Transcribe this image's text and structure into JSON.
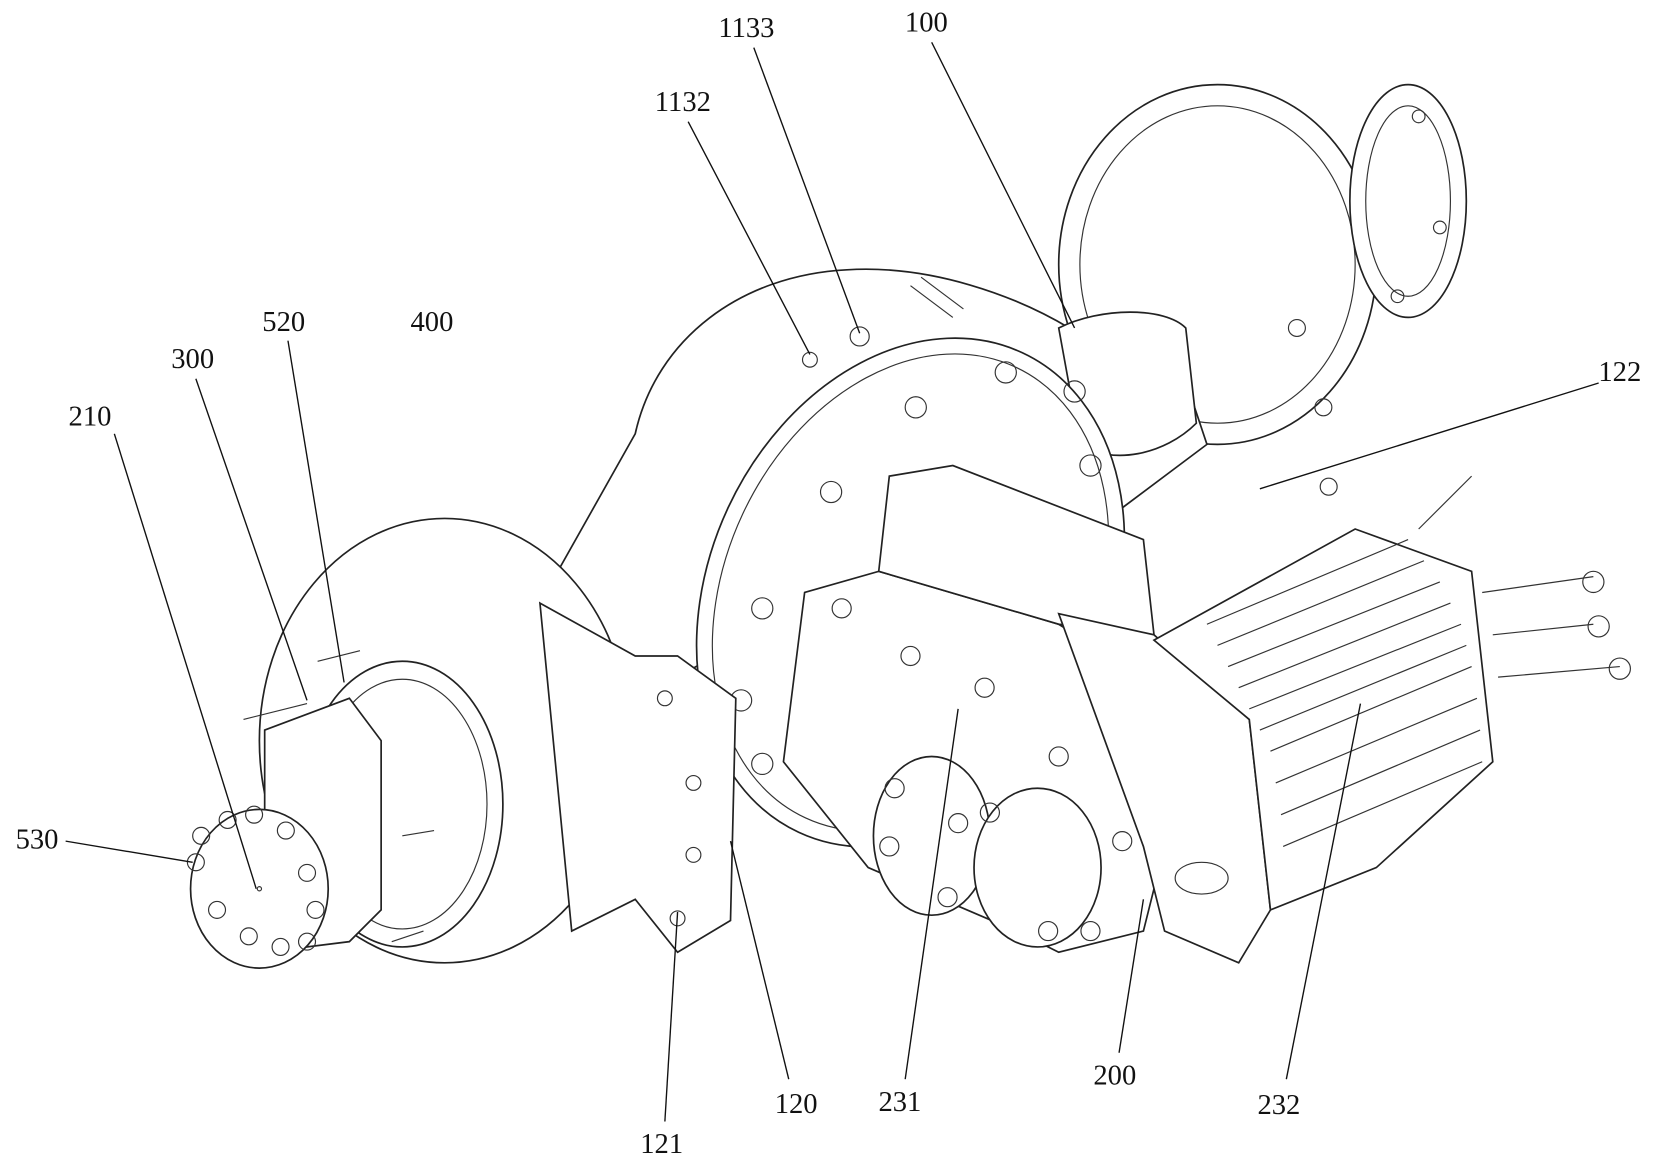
{
  "figure": {
    "labels": {
      "l1133": "1133",
      "l1132": "1132",
      "l100": "100",
      "l122": "122",
      "l520": "520",
      "l400": "400",
      "l300": "300",
      "l210": "210",
      "l530": "530",
      "l121": "121",
      "l120": "120",
      "l231": "231",
      "l200": "200",
      "l232": "232"
    }
  }
}
